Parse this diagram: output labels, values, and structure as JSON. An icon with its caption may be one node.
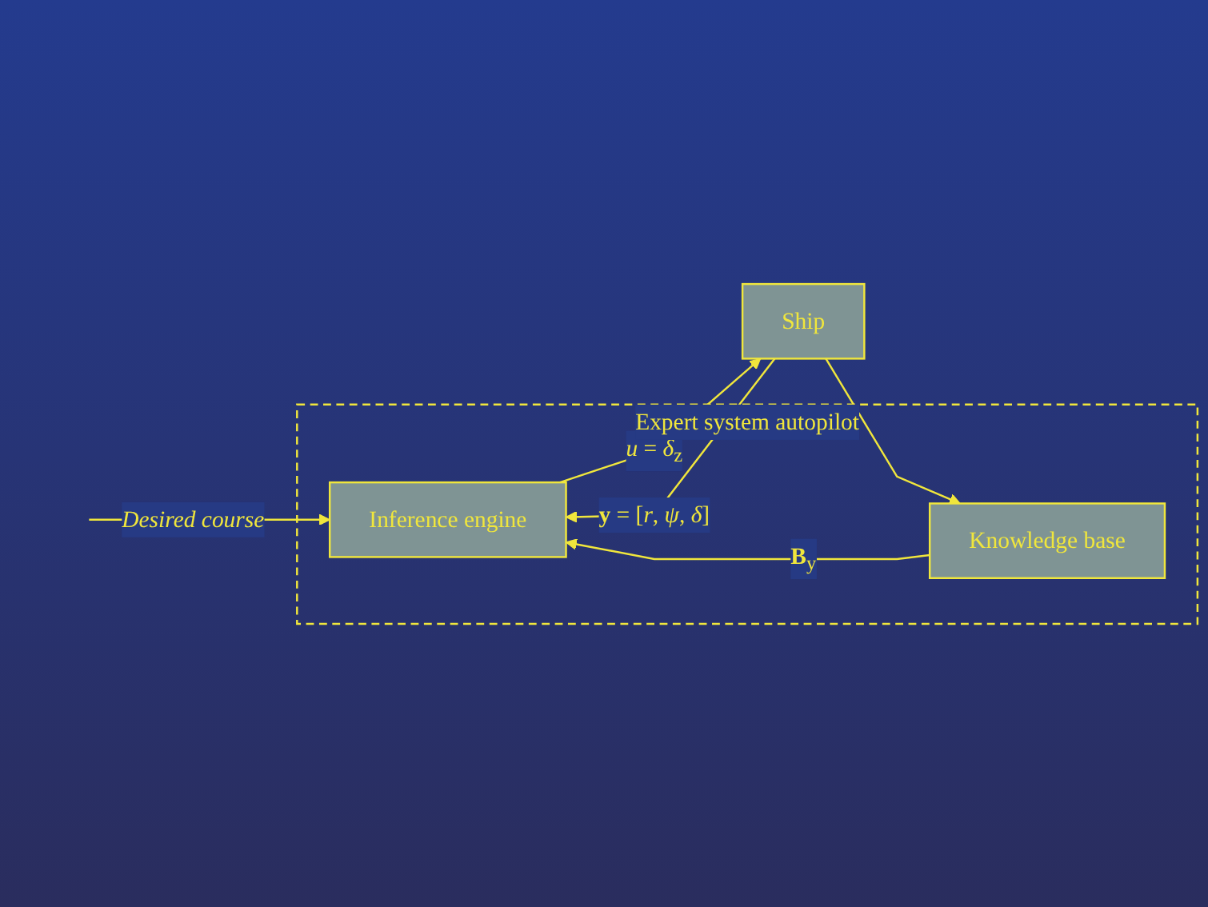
{
  "diagram": {
    "nodes": [
      {
        "text": [
          "Expert system autopilot"
        ]
      },
      {
        "text": [
          "Inference engine"
        ],
        "in": 0
      },
      {
        "text": [
          "Knowledge base"
        ],
        "in": 0
      },
      {
        "text": [
          "Ship"
        ]
      }
    ],
    "edges": [
      {
        "from": null,
        "to": 1,
        "arrow": "to",
        "label": "*Desired course*"
      },
      {
        "from": 1,
        "to": 3,
        "arrow": "to",
        "label": "*u* = *δ*$_{z}$"
      },
      {
        "from": 2,
        "to": 1,
        "arrow": "to",
        "label": "**B**$_{y}$"
      },
      {
        "from": 3,
        "to": 1,
        "arrow": "to",
        "label": "**y** = [*r*, *ψ*, *δ*]"
      },
      {
        "from": 3,
        "to": 2,
        "arrow": "to"
      }
    ]
  }
}
